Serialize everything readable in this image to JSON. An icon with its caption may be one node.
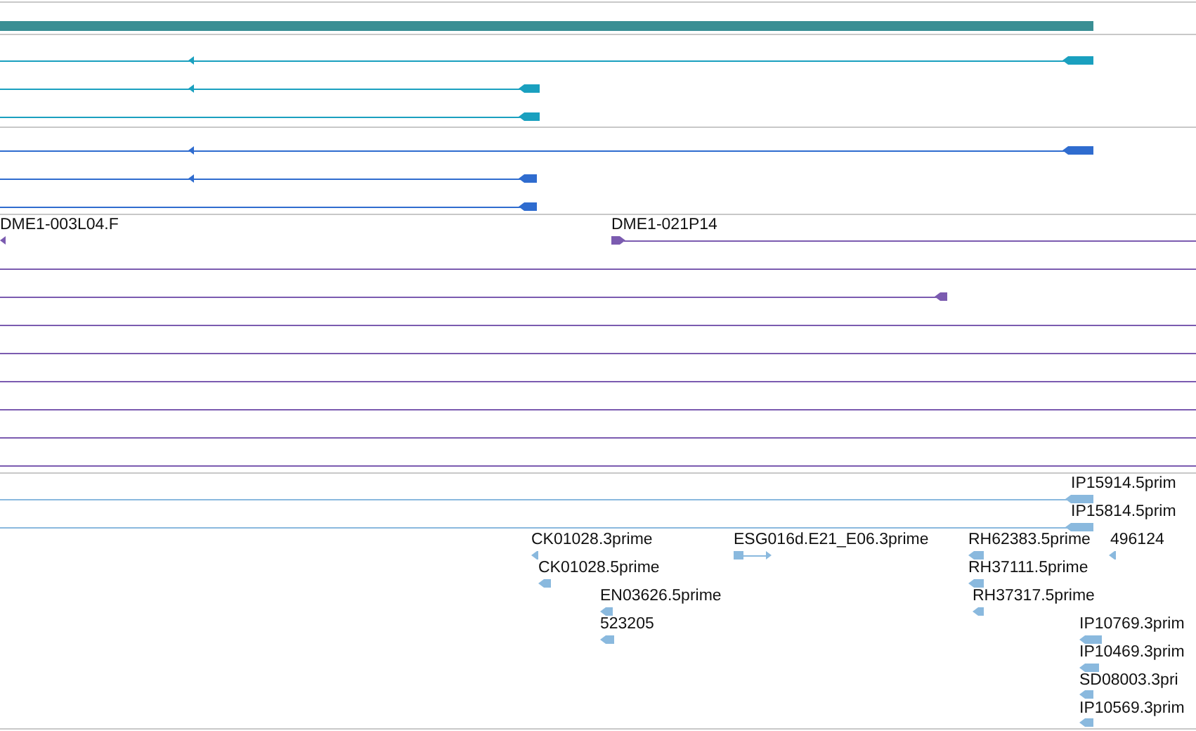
{
  "diagram": {
    "labels": [
      "DME1-003L04.F",
      "DME1-021P14",
      "IP15914.5prim",
      "IP15814.5prim",
      "CK01028.3prime",
      "ESG016d.E21_E06.3prime",
      "RH62383.5prime",
      "496124",
      "CK01028.5prime",
      "RH37111.5prime",
      "EN03626.5prime",
      "RH37317.5prime",
      "523205",
      "IP10769.3prim",
      "IP10469.3prim",
      "SD08003.3pri",
      "IP10569.3prim"
    ]
  }
}
